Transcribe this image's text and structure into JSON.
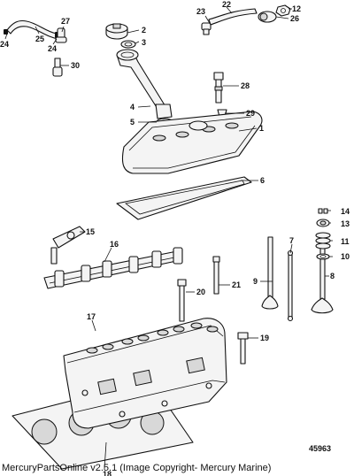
{
  "diagram": {
    "figure_number": "45963",
    "callouts": [
      "1",
      "2",
      "3",
      "4",
      "5",
      "6",
      "7",
      "8",
      "9",
      "10",
      "11",
      "12",
      "13",
      "14",
      "15",
      "16",
      "17",
      "18",
      "19",
      "20",
      "21",
      "22",
      "23",
      "24",
      "24",
      "25",
      "26",
      "27",
      "28",
      "29",
      "30"
    ]
  },
  "footer": {
    "caption": "MercuryPartsOnline v2.5.1 (Image Copyright- Mercury Marine)"
  }
}
